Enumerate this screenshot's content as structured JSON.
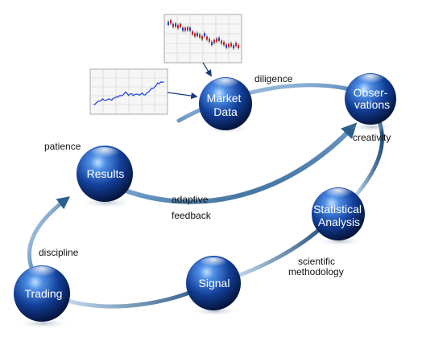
{
  "nodes": {
    "market_data": "Market\nData",
    "observations": "Obser-\nvations",
    "results": "Results",
    "statistical_analysis": "Statistical\nAnalysis",
    "signal": "Signal",
    "trading": "Trading"
  },
  "edge_labels": {
    "diligence": "diligence",
    "creativity": "creativity",
    "patience": "patience",
    "adaptive_feedback": "adaptive\nfeedback",
    "scientific_methodology": "scientific\nmethodology",
    "discipline": "discipline"
  },
  "colors": {
    "sphere_highlight": "#8fc4ff",
    "sphere_mid": "#1b5bb8",
    "sphere_dark": "#04153a",
    "arrow_light": "#bcd6ee",
    "arrow_dark": "#2c5f8c",
    "price_series_blue": "#1a3fd8",
    "candle_red": "#cc2222"
  },
  "icons": {
    "chart_thumbnail_1": "line-price-chart-icon",
    "chart_thumbnail_2": "candlestick-chart-icon"
  }
}
